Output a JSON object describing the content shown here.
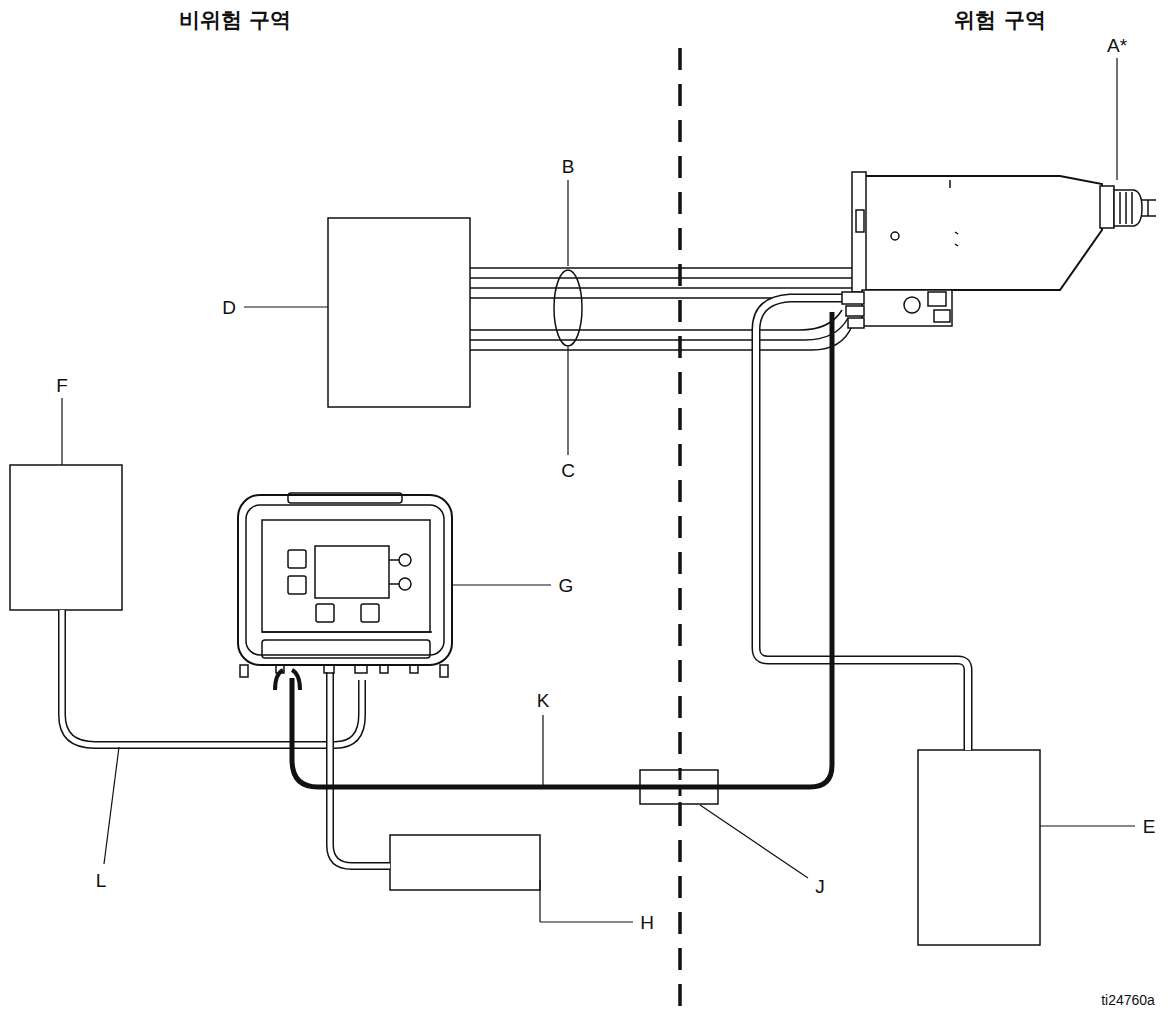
{
  "diagram": {
    "labels": [
      "비위험 구역",
      "위험 구역",
      "A*",
      "B",
      "C",
      "D",
      "E",
      "F",
      "G",
      "H",
      "J",
      "K",
      "L",
      "ti24760a"
    ]
  }
}
